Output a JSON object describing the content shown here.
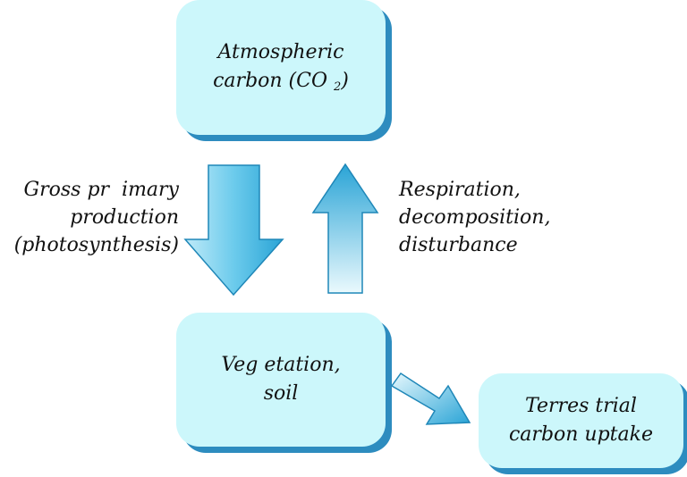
{
  "boxes": {
    "atmospheric": {
      "line1": "Atmospheric",
      "line2": "carbon (CO",
      "sub": "2",
      "close": ")"
    },
    "vegetation": {
      "line1": "Veg etation,",
      "line2": "soil"
    },
    "terrestrial": {
      "line1": "Terres trial",
      "line2": "carbon uptake"
    }
  },
  "labels": {
    "gross_primary": {
      "line1": "Gross pr  imary",
      "line2": "production",
      "line3": "(photosynthesis)"
    },
    "respiration": {
      "line1": "Respiration,",
      "line2": "decomposition,",
      "line3": "disturbance"
    }
  },
  "colors": {
    "box_fill": "#ccf7fb",
    "box_shadow": "#2d8cbf",
    "arrow_light": "#e6f8fd",
    "arrow_dark": "#2aa4d6"
  }
}
